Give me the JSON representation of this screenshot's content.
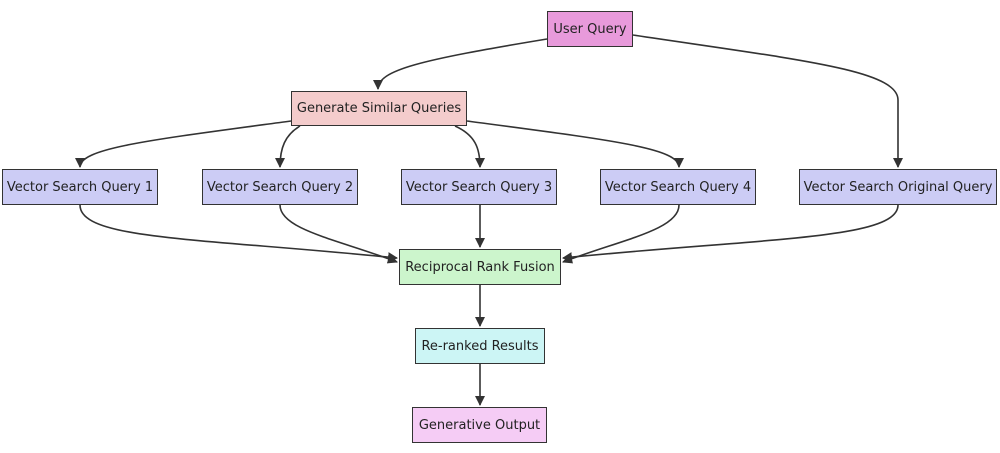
{
  "diagram": {
    "nodes": {
      "user_query": {
        "label": "User Query",
        "color": "#e89adb"
      },
      "generate_similar": {
        "label": "Generate Similar Queries",
        "color": "#f4cccc"
      },
      "vector_search_1": {
        "label": "Vector Search Query 1",
        "color": "#ccccf5"
      },
      "vector_search_2": {
        "label": "Vector Search Query 2",
        "color": "#ccccf5"
      },
      "vector_search_3": {
        "label": "Vector Search Query 3",
        "color": "#ccccf5"
      },
      "vector_search_4": {
        "label": "Vector Search Query 4",
        "color": "#ccccf5"
      },
      "vector_search_original": {
        "label": "Vector Search Original Query",
        "color": "#ccccf5"
      },
      "reciprocal_rank_fusion": {
        "label": "Reciprocal Rank Fusion",
        "color": "#ccf5cc"
      },
      "reranked_results": {
        "label": "Re-ranked Results",
        "color": "#ccf5f5"
      },
      "generative_output": {
        "label": "Generative Output",
        "color": "#f5ccf5"
      }
    },
    "edges": [
      {
        "from": "user_query",
        "to": "generate_similar"
      },
      {
        "from": "user_query",
        "to": "vector_search_original"
      },
      {
        "from": "generate_similar",
        "to": "vector_search_1"
      },
      {
        "from": "generate_similar",
        "to": "vector_search_2"
      },
      {
        "from": "generate_similar",
        "to": "vector_search_3"
      },
      {
        "from": "generate_similar",
        "to": "vector_search_4"
      },
      {
        "from": "vector_search_1",
        "to": "reciprocal_rank_fusion"
      },
      {
        "from": "vector_search_2",
        "to": "reciprocal_rank_fusion"
      },
      {
        "from": "vector_search_3",
        "to": "reciprocal_rank_fusion"
      },
      {
        "from": "vector_search_4",
        "to": "reciprocal_rank_fusion"
      },
      {
        "from": "vector_search_original",
        "to": "reciprocal_rank_fusion"
      },
      {
        "from": "reciprocal_rank_fusion",
        "to": "reranked_results"
      },
      {
        "from": "reranked_results",
        "to": "generative_output"
      }
    ],
    "edge_color": "#333333"
  }
}
